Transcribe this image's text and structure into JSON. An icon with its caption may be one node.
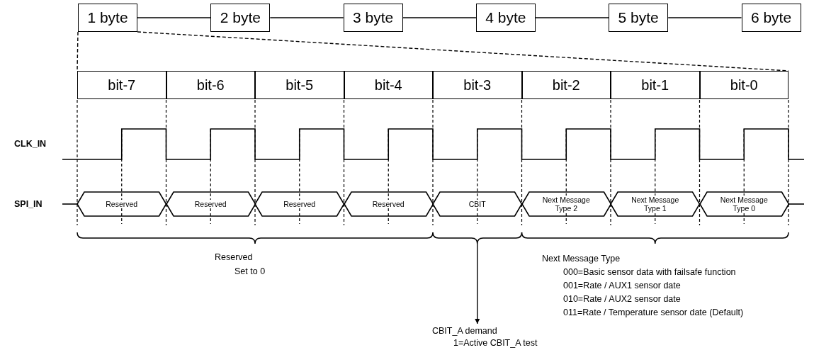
{
  "diagram": {
    "nodes": [
      {
        "text": [
          "1 byte"
        ]
      },
      {
        "text": [
          "2 byte"
        ]
      },
      {
        "text": [
          "3 byte"
        ]
      },
      {
        "text": [
          "4 byte"
        ]
      },
      {
        "text": [
          "5 byte"
        ]
      },
      {
        "text": [
          "6 byte"
        ]
      },
      {
        "text": [
          "bit-7"
        ]
      },
      {
        "text": [
          "bit-6"
        ]
      },
      {
        "text": [
          "bit-5"
        ]
      },
      {
        "text": [
          "bit-4"
        ]
      },
      {
        "text": [
          "bit-3"
        ]
      },
      {
        "text": [
          "bit-2"
        ]
      },
      {
        "text": [
          "bit-1"
        ]
      },
      {
        "text": [
          "bit-0"
        ]
      },
      {
        "text": [
          "Reserved"
        ]
      },
      {
        "text": [
          "Reserved"
        ]
      },
      {
        "text": [
          "Reserved"
        ]
      },
      {
        "text": [
          "Reserved"
        ]
      },
      {
        "text": [
          "CBIT"
        ]
      },
      {
        "text": [
          "Next Message Type 2"
        ]
      },
      {
        "text": [
          "Next Message Type 1"
        ]
      },
      {
        "text": [
          "Next Message Type 0"
        ]
      },
      {
        "text": [
          "CBIT_A demand",
          "1=Active CBIT_A test"
        ]
      },
      {
        "text": [],
        "shape": "brace"
      }
    ],
    "edges": [
      {
        "from": 0,
        "to": 1,
        "arrow": "none"
      },
      {
        "from": 1,
        "to": 2,
        "arrow": "none"
      },
      {
        "from": 2,
        "to": 3,
        "arrow": "none"
      },
      {
        "from": 3,
        "to": 4,
        "arrow": "none"
      },
      {
        "from": 4,
        "to": 5,
        "arrow": "none"
      },
      {
        "from": 0,
        "to": 6,
        "arrow": "none",
        "style": "dashed"
      },
      {
        "from": 0,
        "to": 13,
        "arrow": "none",
        "style": "dashed"
      },
      {
        "from": 23,
        "to": 22,
        "arrow": "to"
      }
    ],
    "labels": [
      "CLK_IN",
      "SPI_IN",
      "Reserved",
      "Set to 0",
      "Next Message Type",
      "000=Basic sensor data with failsafe function",
      "001=Rate / AUX1 sensor date",
      "010=Rate / AUX2 sensor date",
      "011=Rate / Temperature sensor date (Default)"
    ]
  }
}
